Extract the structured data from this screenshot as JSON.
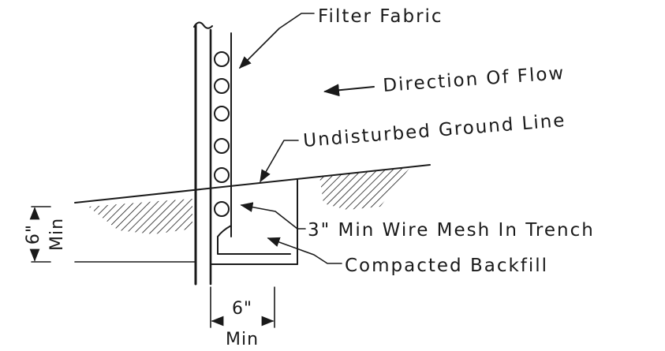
{
  "labels": {
    "filter_fabric": "Filter Fabric",
    "direction_of_flow": "Direction Of Flow",
    "undisturbed_ground_line": "Undisturbed Ground Line",
    "wire_mesh": "3\" Min Wire Mesh In Trench",
    "compacted_backfill": "Compacted Backfill"
  },
  "dimensions": {
    "vertical_value": "6\"",
    "vertical_unit": "Min",
    "horizontal_value": "6\"",
    "horizontal_unit": "Min"
  },
  "colors": {
    "ink": "#1a1a1a",
    "background": "#ffffff"
  }
}
